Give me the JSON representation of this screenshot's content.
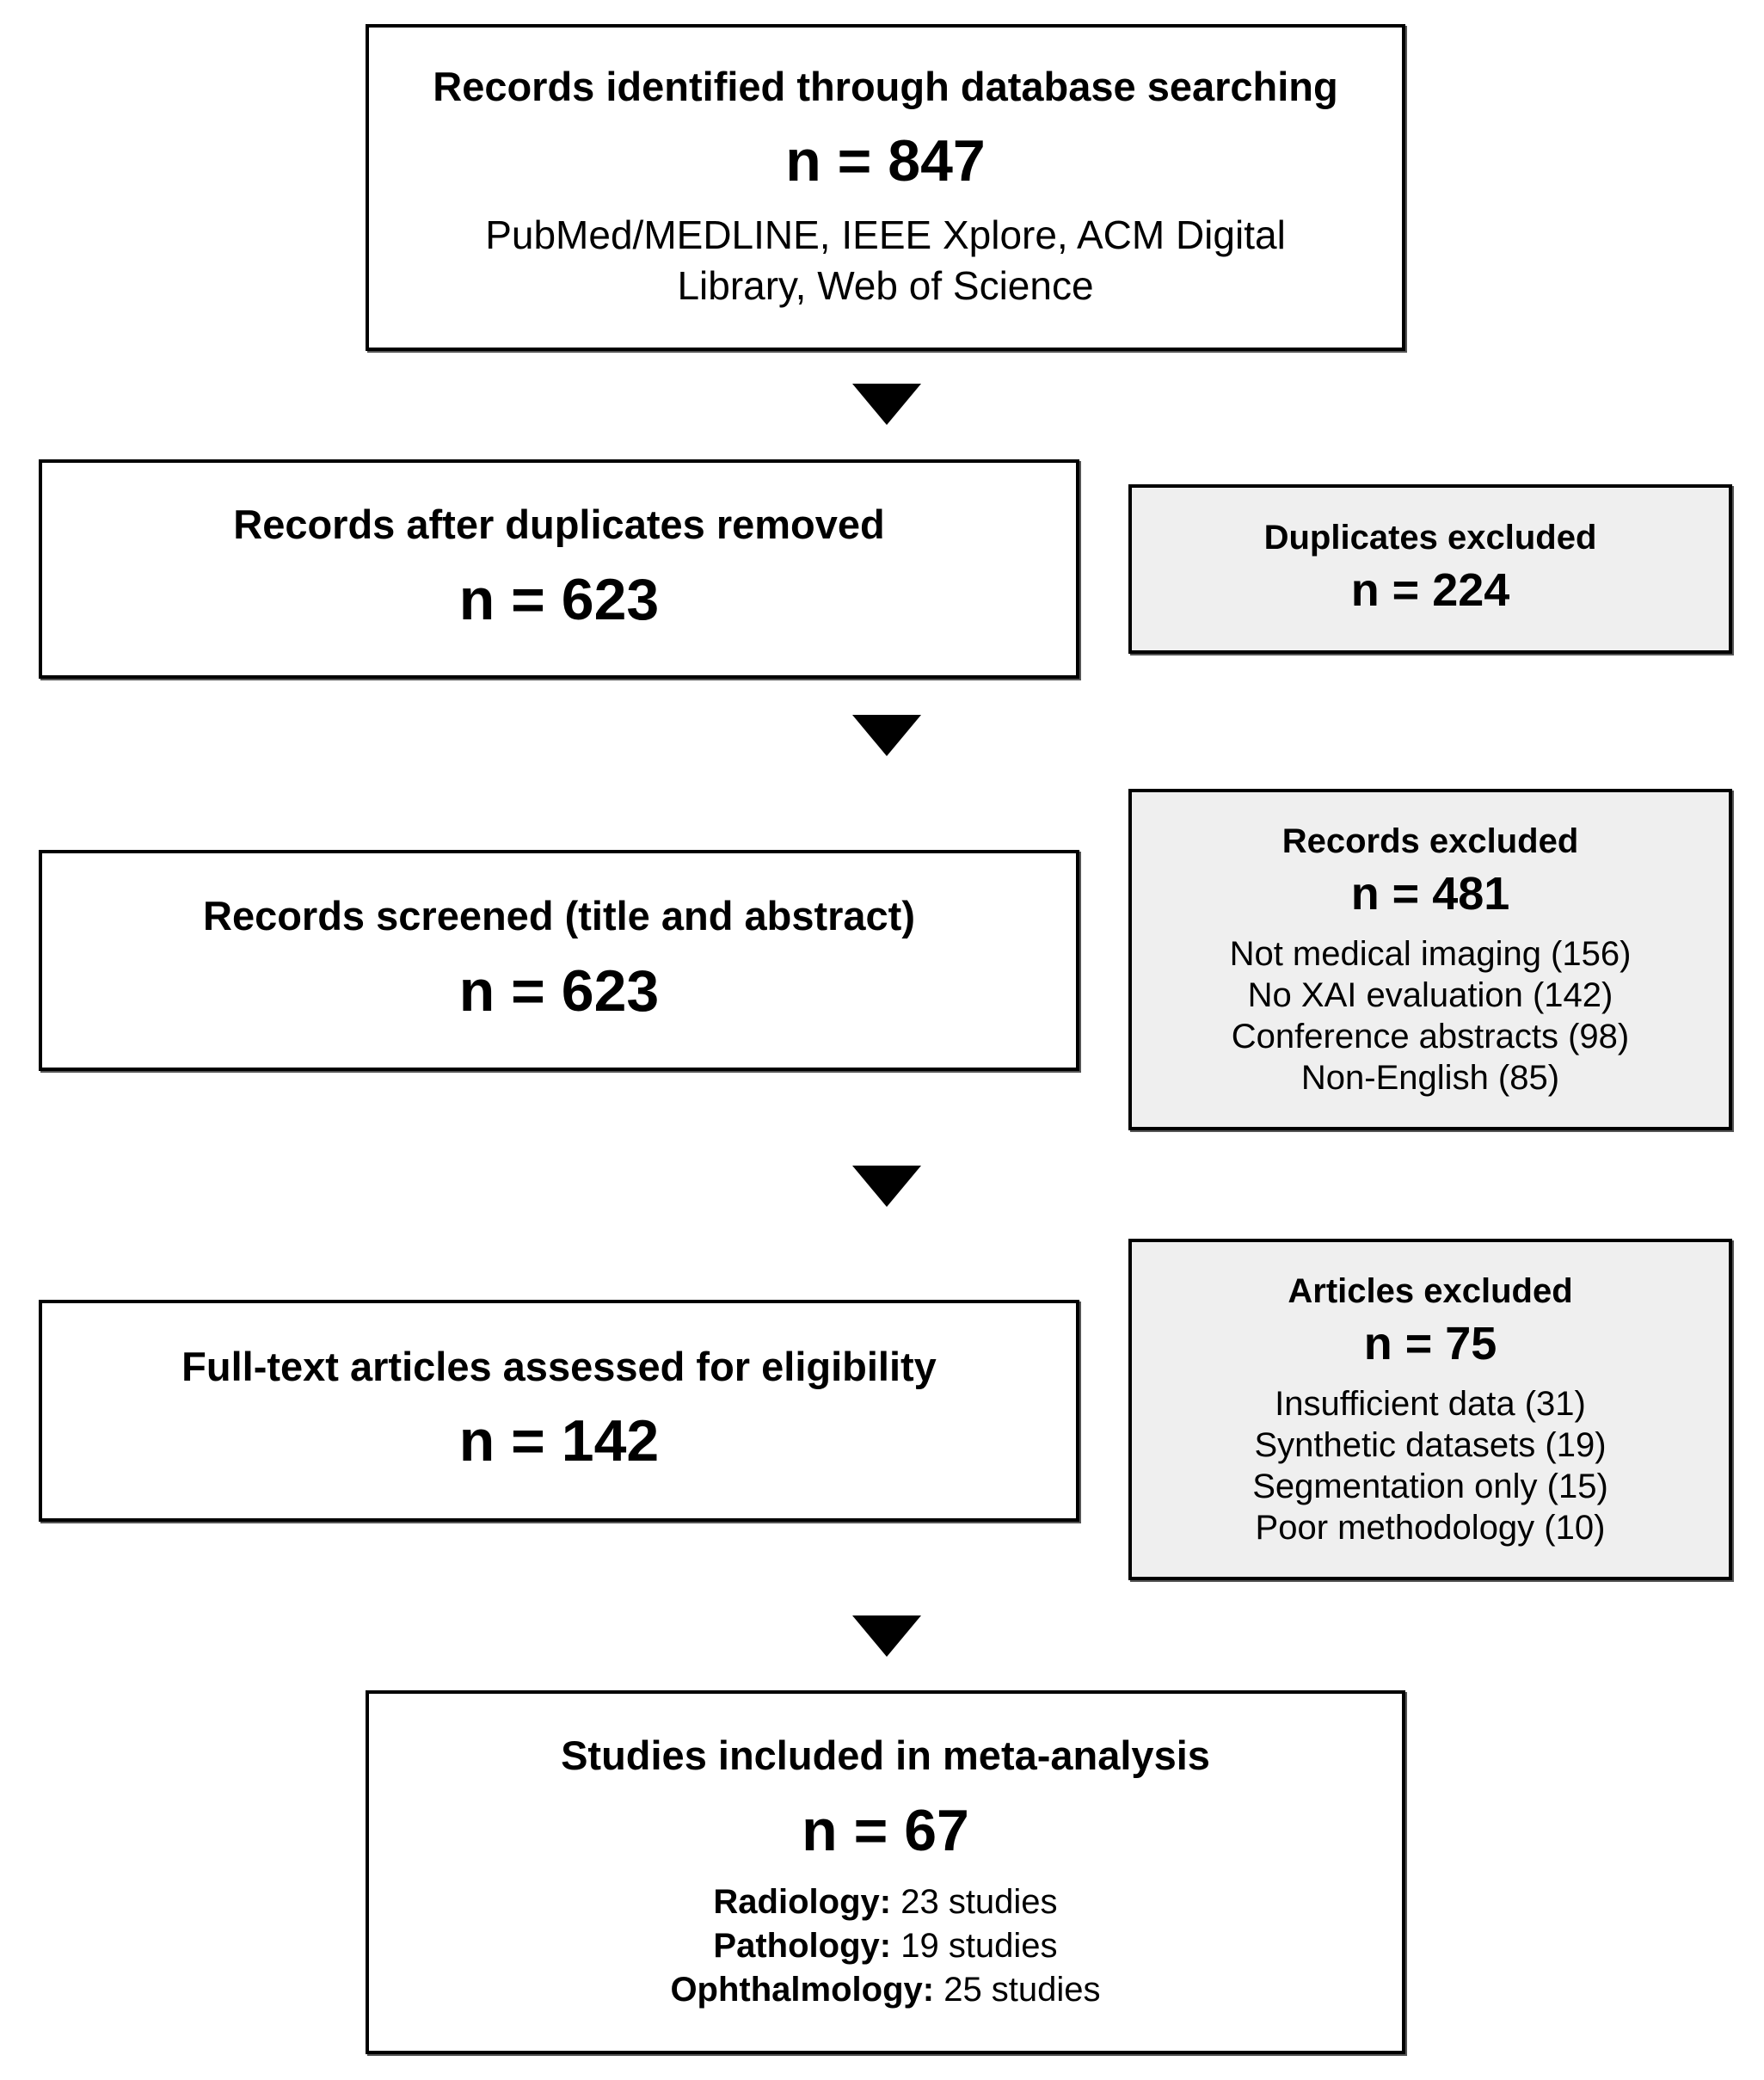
{
  "identified": {
    "title": "Records identified through database searching",
    "n": "n = 847",
    "sources": "PubMed/MEDLINE, IEEE Xplore, ACM Digital Library, Web of Science"
  },
  "after_duplicates": {
    "title": "Records after duplicates removed",
    "n": "n = 623"
  },
  "duplicates_excluded": {
    "title": "Duplicates excluded",
    "n": "n = 224"
  },
  "screened": {
    "title": "Records screened (title and abstract)",
    "n": "n = 623"
  },
  "records_excluded": {
    "title": "Records excluded",
    "n": "n = 481",
    "reasons": [
      "Not medical imaging (156)",
      "No XAI evaluation (142)",
      "Conference abstracts (98)",
      "Non-English (85)"
    ]
  },
  "fulltext": {
    "title": "Full-text articles assessed for eligibility",
    "n": "n = 142"
  },
  "articles_excluded": {
    "title": "Articles excluded",
    "n": "n = 75",
    "reasons": [
      "Insufficient data (31)",
      "Synthetic datasets (19)",
      "Segmentation only (15)",
      "Poor methodology (10)"
    ]
  },
  "included": {
    "title": "Studies included in meta-analysis",
    "n": "n = 67",
    "breakdown": [
      {
        "label": "Radiology:",
        "value": " 23 studies"
      },
      {
        "label": "Pathology:",
        "value": " 19 studies"
      },
      {
        "label": "Ophthalmology:",
        "value": " 25 studies"
      }
    ]
  },
  "colors": {
    "box_fill": "#ffffff",
    "exclusion_fill": "#efefef",
    "border": "#000000"
  }
}
